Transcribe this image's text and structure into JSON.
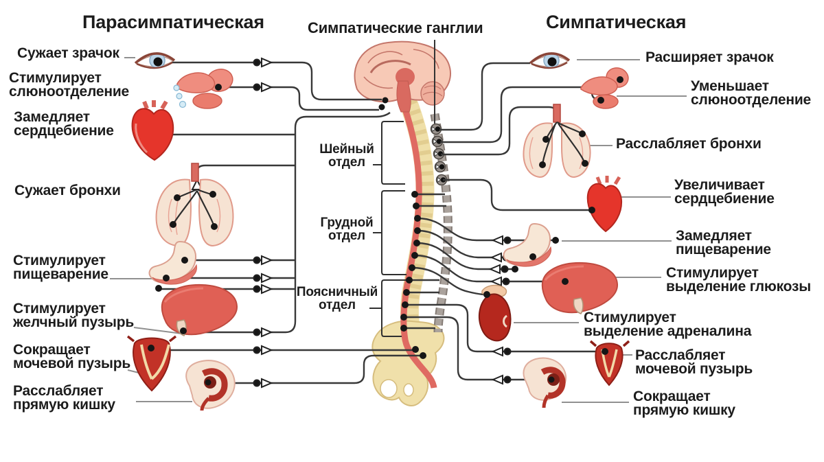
{
  "titles": {
    "parasympathetic": "Парасимпатическая",
    "ganglia": "Симпатические ганглии",
    "sympathetic": "Симпатическая"
  },
  "sections": [
    {
      "label": "Шейный\nотдел"
    },
    {
      "label": "Грудной\nотдел"
    },
    {
      "label": "Поясничный\nотдел"
    }
  ],
  "para": [
    {
      "organ": "eye-icon",
      "label": "Сужает зрачок"
    },
    {
      "organ": "salivary-glands-icon",
      "label": "Стимулирует\nслюноотделение"
    },
    {
      "organ": "heart-icon",
      "label": "Замедляет\nсердцебиение"
    },
    {
      "organ": "lungs-icon",
      "label": "Сужает бронхи"
    },
    {
      "organ": "stomach-icon",
      "label": "Стимулирует\nпищеварение"
    },
    {
      "organ": "liver-gallbladder-icon",
      "label": "Стимулирует\nжелчный пузырь"
    },
    {
      "organ": "bladder-icon",
      "label": "Сокращает\nмочевой пузырь"
    },
    {
      "organ": "rectum-icon",
      "label": "Расслабляет\nпрямую кишку"
    }
  ],
  "symp": [
    {
      "organ": "eye-icon",
      "label": "Расширяет зрачок"
    },
    {
      "organ": "salivary-glands-icon",
      "label": "Уменьшает\nслюноотделение"
    },
    {
      "organ": "lungs-icon",
      "label": "Расслабляет бронхи"
    },
    {
      "organ": "heart-icon",
      "label": "Увеличивает\nсердцебиение"
    },
    {
      "organ": "stomach-icon",
      "label": "Замедляет\nпищеварение"
    },
    {
      "organ": "liver-icon",
      "label": "Стимулирует\nвыделение глюкозы"
    },
    {
      "organ": "adrenal-kidney-icon",
      "label": "Стимулирует\nвыделение адреналина"
    },
    {
      "organ": "bladder-icon",
      "label": "Расслабляет\nмочевой пузырь"
    },
    {
      "organ": "rectum-icon",
      "label": "Сокращает\nпрямую кишку"
    }
  ],
  "colors": {
    "line": "#383838",
    "leader": "#909090",
    "organ_red": "#e23b30",
    "organ_pink": "#ef8d7f",
    "pale_organ": "#f6e3d3",
    "bone_yellow": "#efdfa8",
    "cord_red": "#df6a62",
    "chain_gray": "#a79d98",
    "text": "#1c1c1c"
  }
}
